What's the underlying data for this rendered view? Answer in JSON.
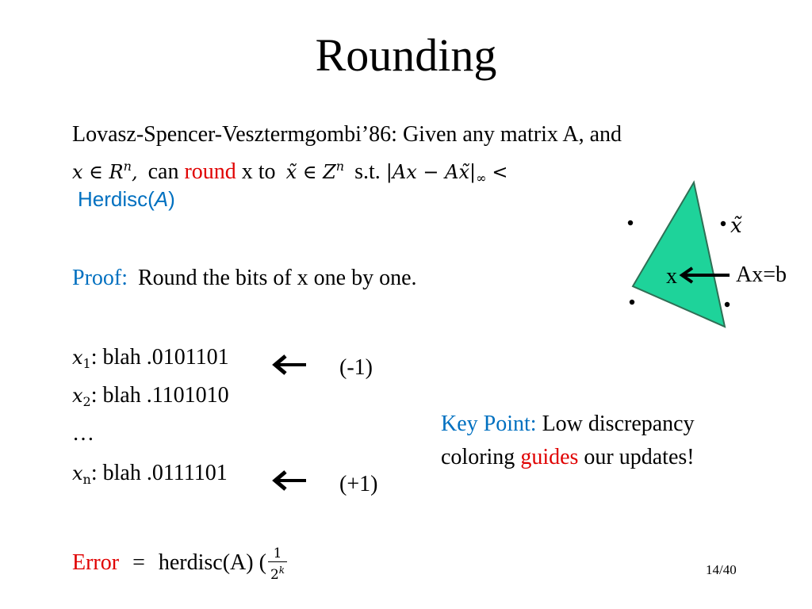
{
  "slide": {
    "title": "Rounding",
    "page_number": "14/40"
  },
  "intro": {
    "line1": "Lovasz-Spencer-Vesztermgombi’86: Given any matrix A, and",
    "x_in_rn": "x ∈ R",
    "rn_sup": "n",
    "comma": ",",
    "can": "can",
    "round": "round",
    "x_to": "x to",
    "xtilde_in_zn": "x̃ ∈ Z",
    "zn_sup": "n",
    "st": "s.t.",
    "norm_expr": "|Ax − Ax̃|",
    "inf": "∞",
    "lt": "<",
    "herdisc": "Herdisc(",
    "herdisc_A": "A",
    "herdisc_close": ")"
  },
  "proof": {
    "label": "Proof:",
    "text": "Round the bits  of x one by one."
  },
  "bits": [
    {
      "var": "x",
      "sub": "1",
      "text": ":  blah .0101101",
      "note": "(-1)"
    },
    {
      "var": "x",
      "sub": "2",
      "text": ":  blah .1101010",
      "note": ""
    },
    {
      "var": "…",
      "sub": "",
      "text": "",
      "note": ""
    },
    {
      "var": "x",
      "sub": "n",
      "text": ":  blah .0111101",
      "note": "(+1)"
    }
  ],
  "error": {
    "label": "Error",
    "equals": "=",
    "text": "herdisc(A) (",
    "frac_num": "1",
    "frac_den": "2",
    "frac_den_sup": "k"
  },
  "key_point": {
    "label": "Key Point:",
    "line1": "Low discrepancy",
    "line2_a": "coloring",
    "line2_red": "guides",
    "line2_b": "our updates!"
  },
  "diagram": {
    "x_label": "x",
    "ax_b_label": "Ax=b",
    "xtilde_label": "x̃",
    "triangle_color": "#1ed39a"
  },
  "colors": {
    "accent_red": "#e00000",
    "accent_blue": "#0070c0"
  }
}
